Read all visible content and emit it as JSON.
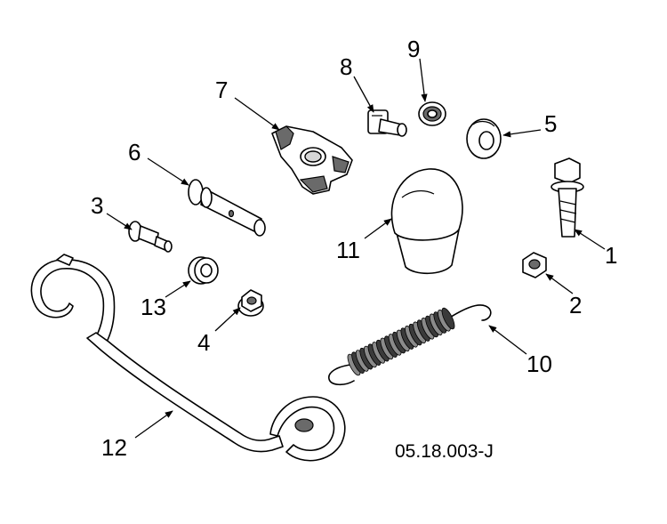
{
  "drawing_code": "05.18.003-J",
  "callouts": {
    "c1": "1",
    "c2": "2",
    "c3": "3",
    "c4": "4",
    "c5": "5",
    "c6": "6",
    "c7": "7",
    "c8": "8",
    "c9": "9",
    "c10": "10",
    "c11": "11",
    "c12": "12",
    "c13": "13"
  }
}
